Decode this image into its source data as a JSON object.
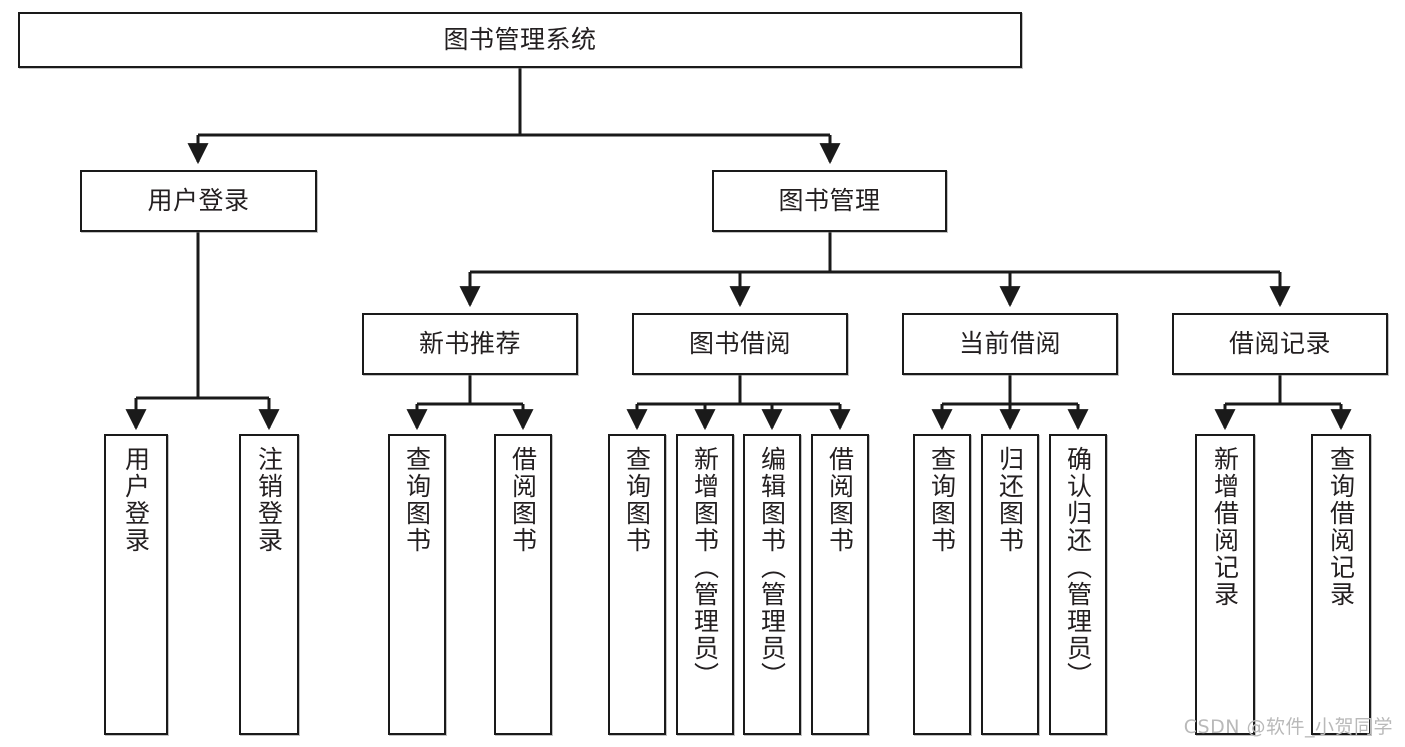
{
  "diagram": {
    "title": "图书管理系统",
    "watermark": "CSDN @软件_小贺同学",
    "root": {
      "label": "图书管理系统"
    },
    "level2": [
      {
        "label": "用户登录"
      },
      {
        "label": "图书管理"
      }
    ],
    "level3": [
      {
        "label": "新书推荐"
      },
      {
        "label": "图书借阅"
      },
      {
        "label": "当前借阅"
      },
      {
        "label": "借阅记录"
      }
    ],
    "leaves": {
      "user_login": [
        {
          "label": "用户登录"
        },
        {
          "label": "注销登录"
        }
      ],
      "new_book_recommend": [
        {
          "label": "查询图书"
        },
        {
          "label": "借阅图书"
        }
      ],
      "book_borrow": [
        {
          "label": "查询图书"
        },
        {
          "label": "新增图书（管理员）"
        },
        {
          "label": "编辑图书（管理员）"
        },
        {
          "label": "借阅图书"
        }
      ],
      "current_borrow": [
        {
          "label": "查询图书"
        },
        {
          "label": "归还图书"
        },
        {
          "label": "确认归还（管理员）"
        }
      ],
      "borrow_record": [
        {
          "label": "新增借阅记录"
        },
        {
          "label": "查询借阅记录"
        }
      ]
    },
    "colors": {
      "line": "#1a1a1a",
      "box_border": "#1a1a1a",
      "box_fill": "#ffffff",
      "text": "#231f20",
      "watermark": "#b9b9b9"
    }
  }
}
